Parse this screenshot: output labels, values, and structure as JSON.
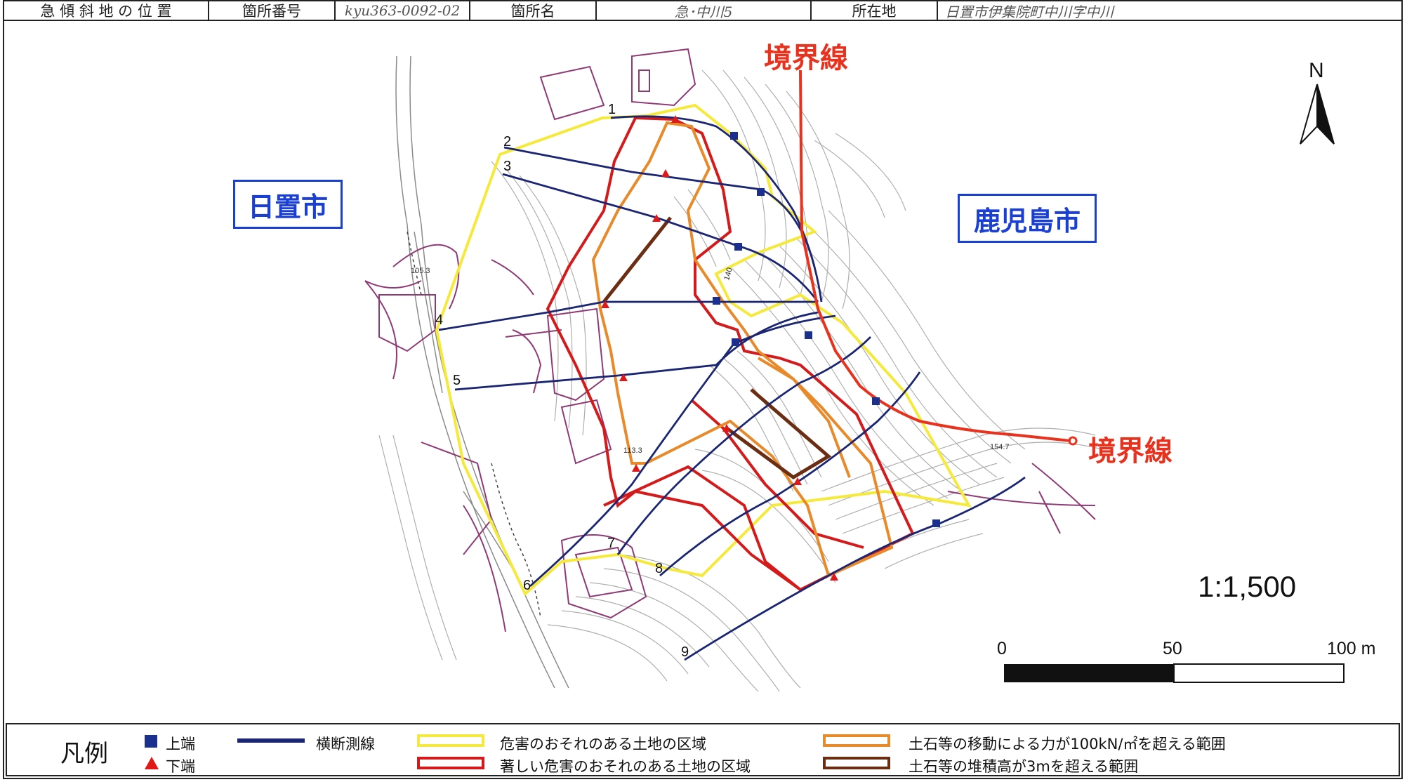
{
  "header": {
    "title": "急 傾 斜 地 の 位 置",
    "id_label": "箇所番号",
    "id_value": "kyu363-0092-02",
    "name_label": "箇所名",
    "name_value": "急･中川5",
    "address_label": "所在地",
    "address_value": "日置市伊集院町中川字中川"
  },
  "map": {
    "city_left": "日置市",
    "city_right": "鹿児島市",
    "boundary_label_top": "境界線",
    "boundary_label_right": "境界線",
    "north": "N",
    "scale_ratio": "1:1,500",
    "scale_ticks": [
      "0",
      "50",
      "100 m"
    ],
    "section_numbers": [
      "1",
      "2",
      "3",
      "4",
      "5",
      "6",
      "7",
      "8",
      "9"
    ],
    "elevations": [
      "105.3",
      "140",
      "113.3",
      "154.7"
    ]
  },
  "legend": {
    "title": "凡例",
    "top_end": "上端",
    "bottom_end": "下端",
    "cross_section": "横断測線",
    "danger_zone": "危害のおそれのある土地の区域",
    "severe_danger_zone": "著しい危害のおそれのある土地の区域",
    "force_range": "土石等の移動による力が100kN/㎡を超える範囲",
    "deposit_range": "土石等の堆積高が3mを超える範囲"
  },
  "colors": {
    "yellow": "#f5ea3c",
    "red": "#d41a1a",
    "orange": "#e8892a",
    "brown": "#6b2e12",
    "navy": "#1b2673",
    "boundary": "#e8321e",
    "city": "#1a3fd4"
  }
}
